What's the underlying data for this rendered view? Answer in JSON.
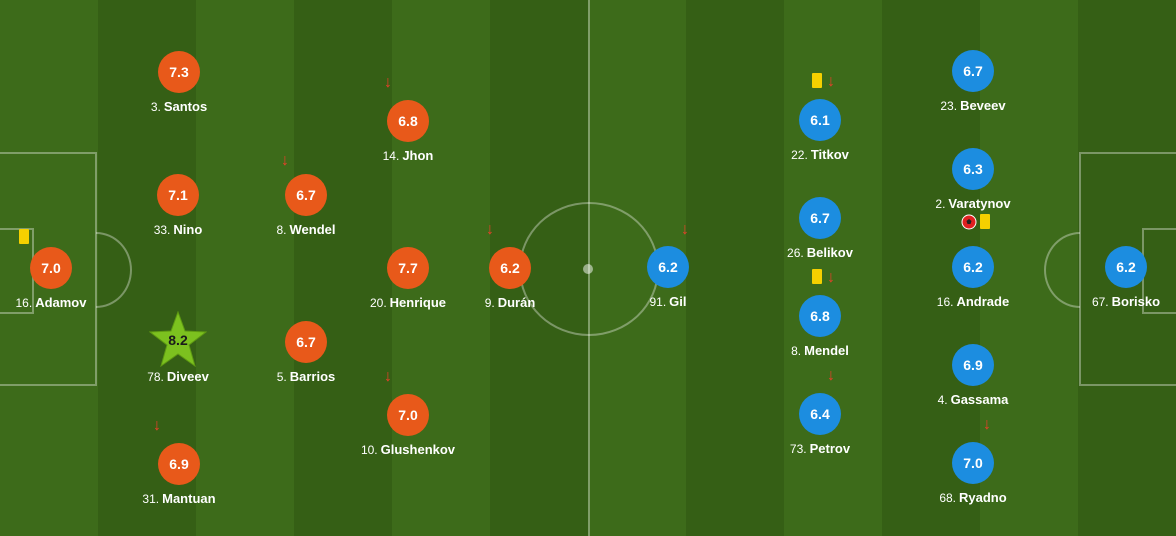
{
  "home": {
    "color": "#e8591a",
    "players": [
      {
        "number": "16.",
        "name": "Adamov",
        "rating": "7.0",
        "yellow": true
      },
      {
        "number": "3.",
        "name": "Santos",
        "rating": "7.3"
      },
      {
        "number": "33.",
        "name": "Nino",
        "rating": "7.1"
      },
      {
        "number": "78.",
        "name": "Diveev",
        "rating": "8.2",
        "star": true
      },
      {
        "number": "31.",
        "name": "Mantuan",
        "rating": "6.9",
        "sub": true
      },
      {
        "number": "8.",
        "name": "Wendel",
        "rating": "6.7",
        "sub": true
      },
      {
        "number": "5.",
        "name": "Barrios",
        "rating": "6.7"
      },
      {
        "number": "14.",
        "name": "Jhon",
        "rating": "6.8",
        "sub": true
      },
      {
        "number": "20.",
        "name": "Henrique",
        "rating": "7.7"
      },
      {
        "number": "10.",
        "name": "Glushenkov",
        "rating": "7.0",
        "sub": true
      },
      {
        "number": "9.",
        "name": "Durán",
        "rating": "6.2",
        "sub": true
      }
    ]
  },
  "away": {
    "color": "#1c8de0",
    "players": [
      {
        "number": "91.",
        "name": "Gil",
        "rating": "6.2",
        "sub": true
      },
      {
        "number": "22.",
        "name": "Titkov",
        "rating": "6.1",
        "yellow": true,
        "sub": true
      },
      {
        "number": "26.",
        "name": "Belikov",
        "rating": "6.7"
      },
      {
        "number": "8.",
        "name": "Mendel",
        "rating": "6.8",
        "yellow": true,
        "sub": true
      },
      {
        "number": "73.",
        "name": "Petrov",
        "rating": "6.4",
        "sub": true
      },
      {
        "number": "23.",
        "name": "Beveev",
        "rating": "6.7"
      },
      {
        "number": "2.",
        "name": "Varatynov",
        "rating": "6.3"
      },
      {
        "number": "16.",
        "name": "Andrade",
        "rating": "6.2",
        "goal": true,
        "yellow": true
      },
      {
        "number": "4.",
        "name": "Gassama",
        "rating": "6.9"
      },
      {
        "number": "68.",
        "name": "Ryadno",
        "rating": "7.0",
        "sub": true
      },
      {
        "number": "67.",
        "name": "Borisko",
        "rating": "6.2"
      }
    ]
  },
  "icons": {
    "yellow_card": "yellow-card-icon",
    "substitution": "substitution-arrow-icon",
    "goal": "football-icon",
    "motm": "star-icon"
  },
  "colors": {
    "pitch": "#3d6b1a",
    "yellow_card": "#f5d000",
    "sub_arrow": "#e8402a",
    "star": "#7cc11f"
  }
}
